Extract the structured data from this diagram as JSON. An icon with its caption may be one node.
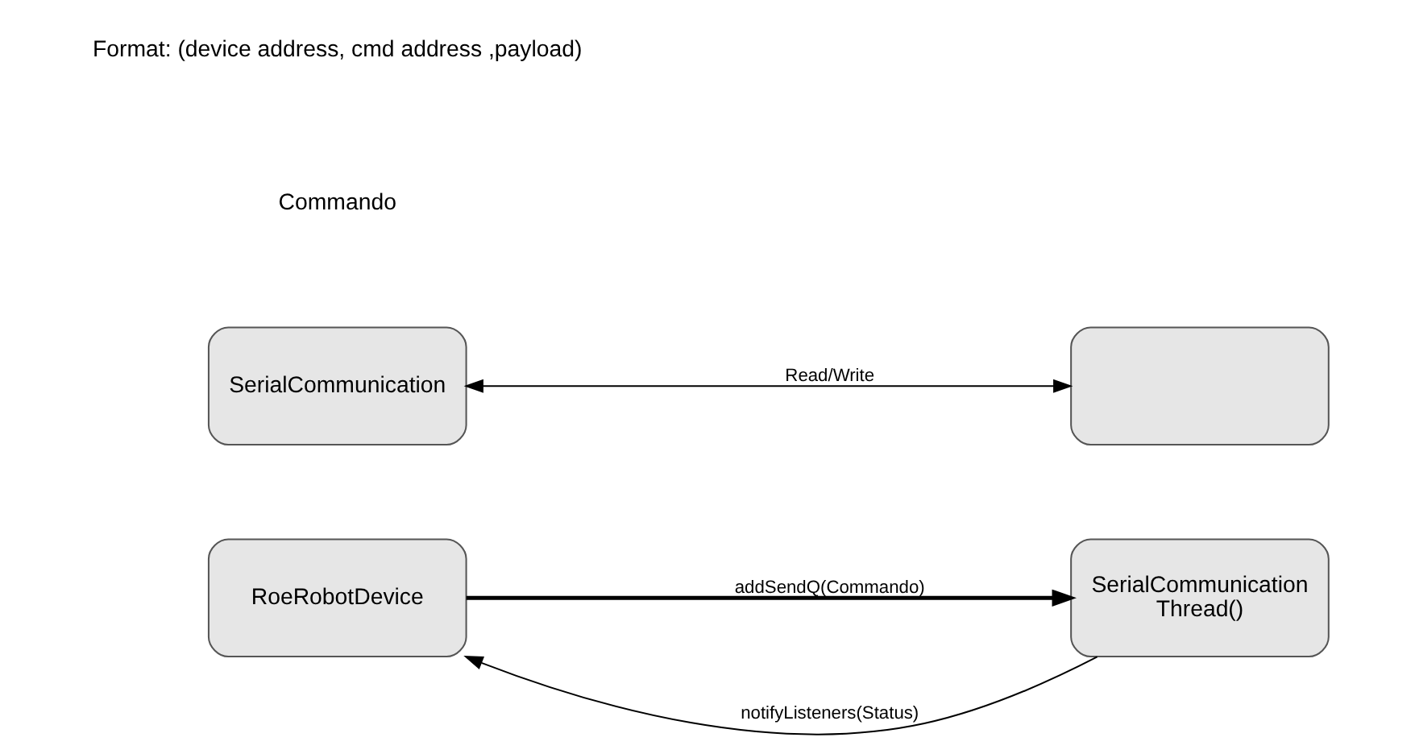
{
  "diagram": {
    "nodes": [
      {
        "text": [
          "RoeRobotDevice"
        ]
      },
      {
        "text": [
          "SerialCommunication",
          "Thread()"
        ]
      },
      {
        "text": [
          "SerialCommunication"
        ]
      },
      {
        "text": [],
        "shape": "box"
      }
    ],
    "edges": [
      {
        "from": 1,
        "to": 0,
        "arrow": "to",
        "label": "notifyListeners(Status)"
      },
      {
        "from": 0,
        "to": 1,
        "arrow": "to",
        "label": "addSendQ(Commando)",
        "style": "thick"
      },
      {
        "from": 2,
        "to": 3,
        "arrow": "both",
        "label": "Read/Write"
      }
    ],
    "labels": [
      "Commando",
      "Format: (device address, cmd address ,payload)"
    ]
  }
}
